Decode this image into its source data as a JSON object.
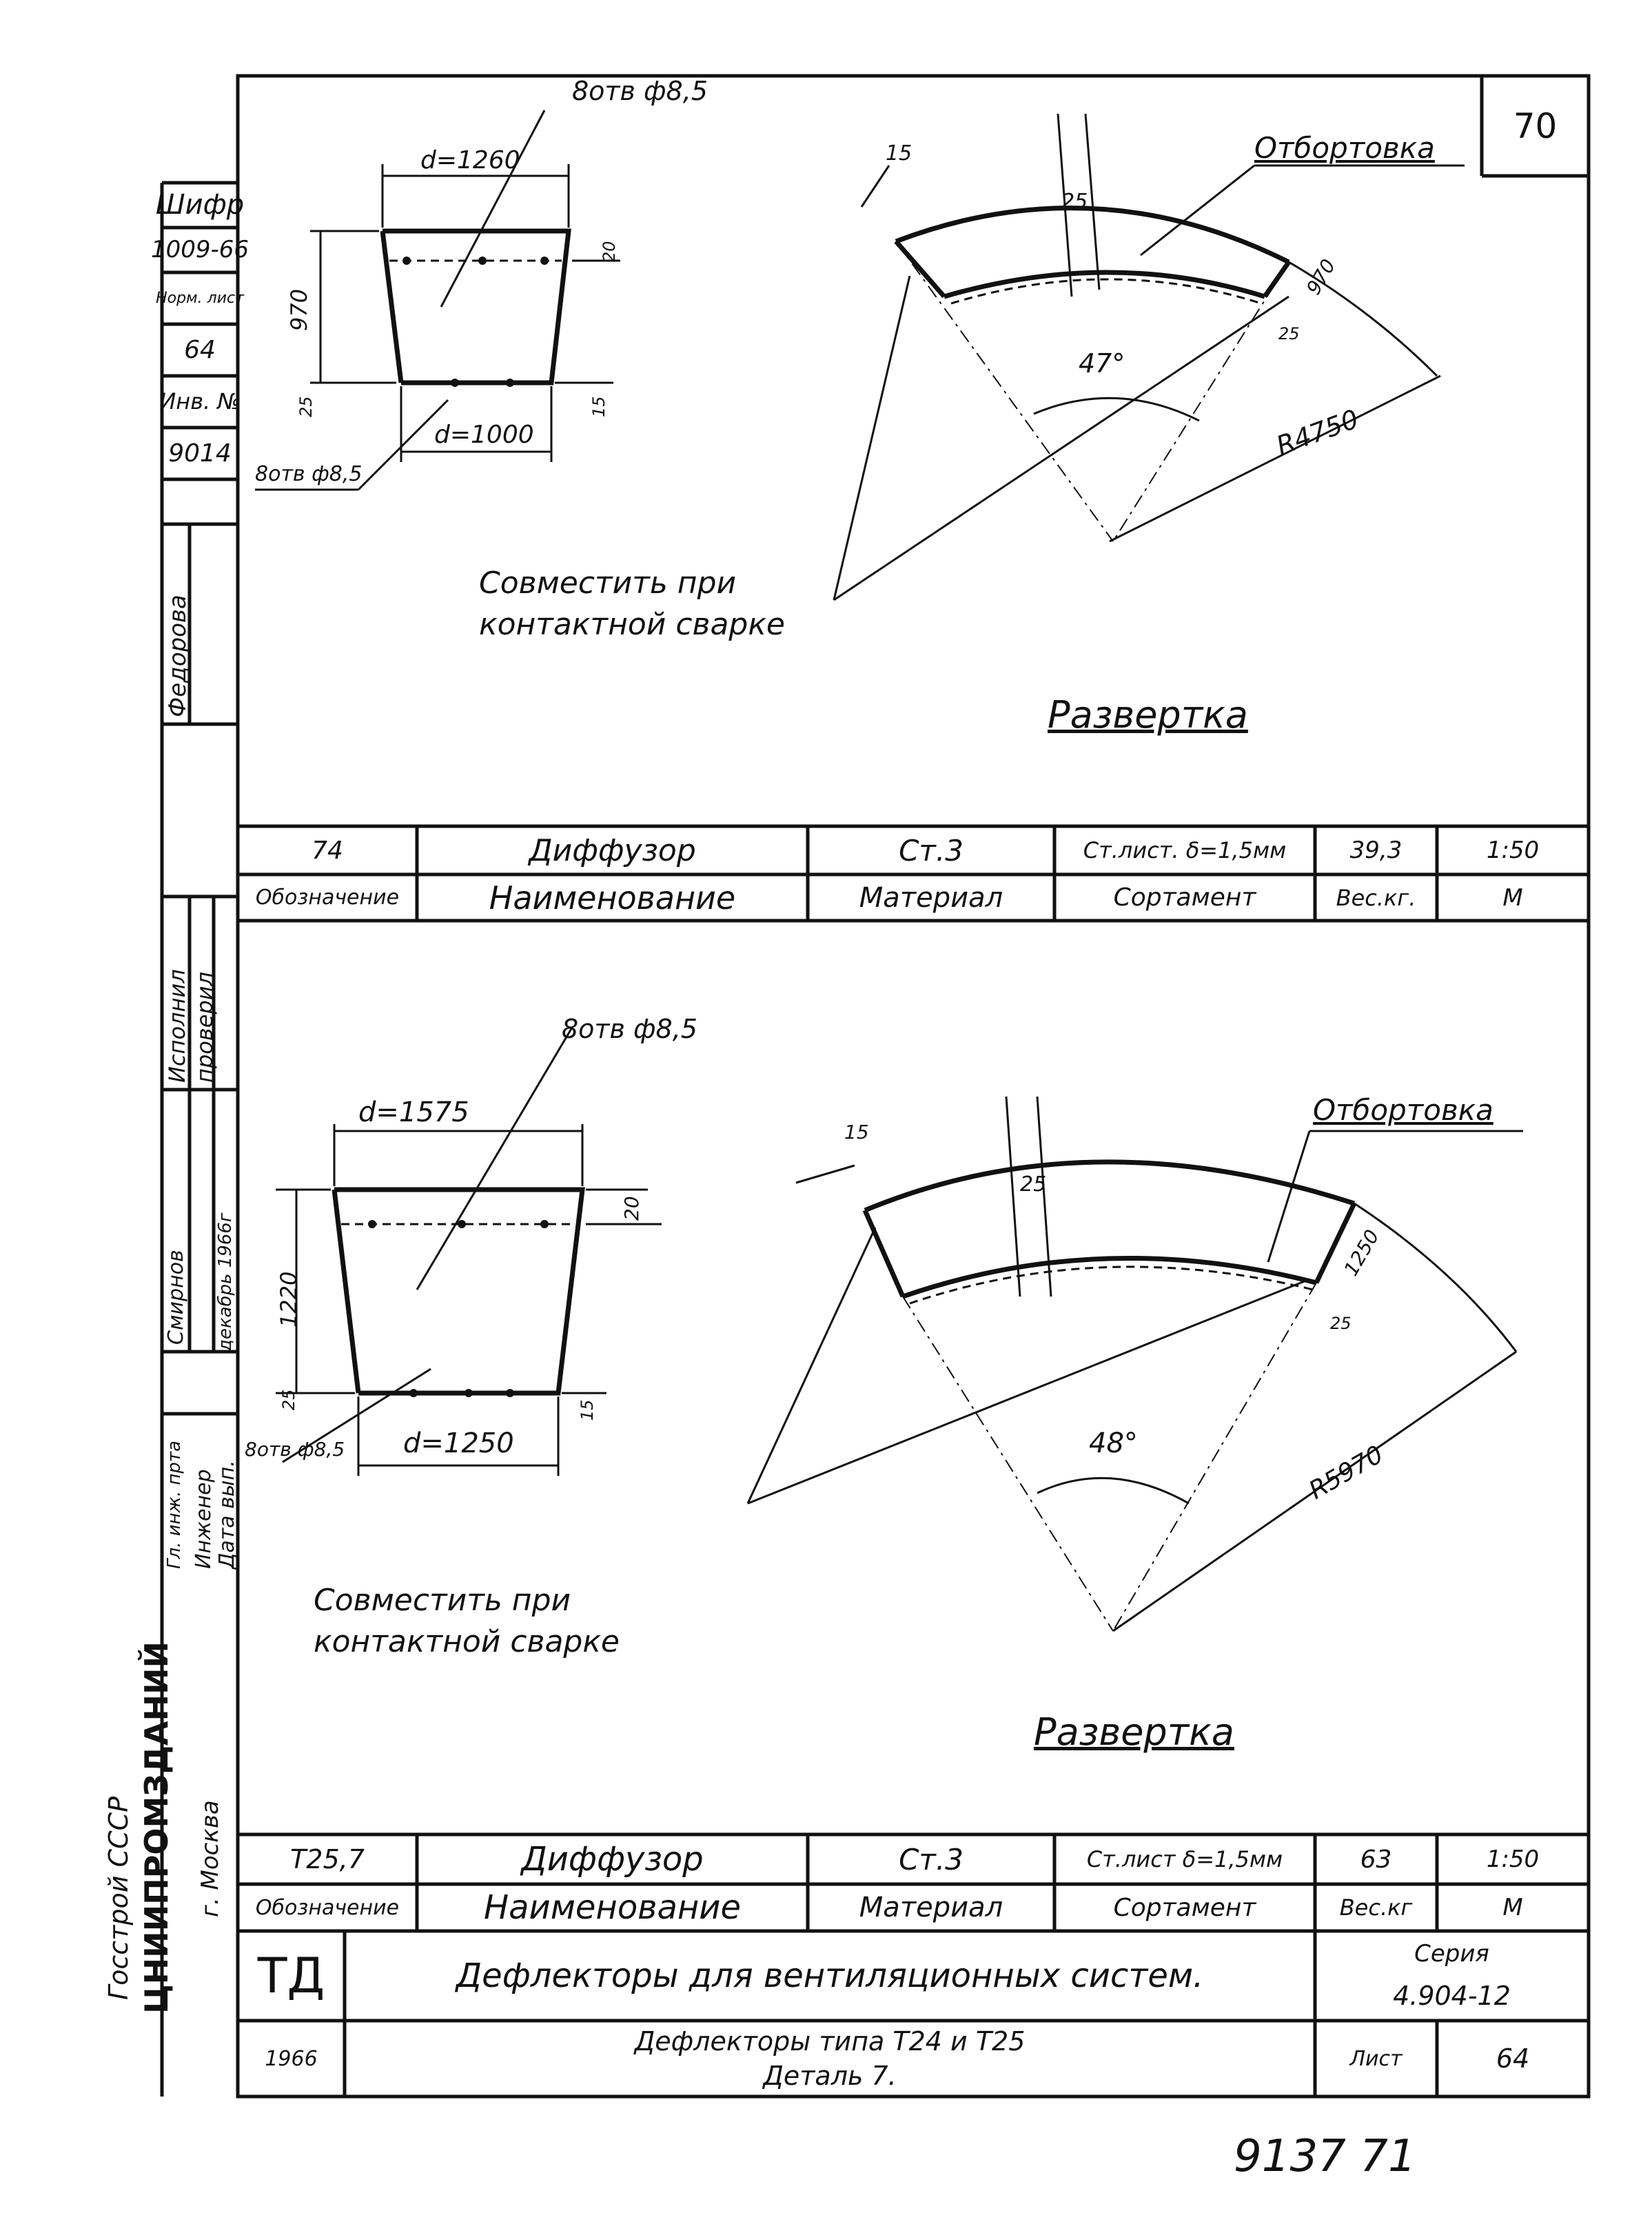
{
  "sheet_number_box": "70",
  "stamp": {
    "shifr_label": "Шифр",
    "shifr_value": "1009-66",
    "nom_list_label": "Норм. лист",
    "nom_list_value": "64",
    "inv_label": "Инв. №",
    "inv_value": "9014",
    "org1": "Госстрой СССР",
    "org2": "ЦНИИПРОМЗДАНИЙ",
    "org3": "г. Москва"
  },
  "signatures": {
    "fedorova": "Федорова",
    "isp": "Исполнил",
    "prov": "проверил",
    "smirnov": "Смирнов",
    "gl_inzh": "Гл. инж. прта",
    "inzhener": "Инженер",
    "data": "Дата вып.",
    "date_value": "декабрь 1966г"
  },
  "top_drawing": {
    "holes_top": "8отв ф8,5",
    "d_top": "d=1260",
    "height": "970",
    "dim_20": "20",
    "dim_25": "25",
    "dim_15": "15",
    "d_bottom": "d=1000",
    "holes_bottom": "8отв ф8,5",
    "flange_label": "Отбортовка",
    "dim_left_15": "15",
    "dim_25_top": "25",
    "angle": "47°",
    "width": "970",
    "dim_25r": "25",
    "radius": "R4750",
    "note_line1": "Совместить при",
    "note_line2": "контактной сварке",
    "development": "Развертка"
  },
  "top_table": {
    "designation": "74",
    "name": "Диффузор",
    "material": "Ст.3",
    "assortment": "Ст.лист. δ=1,5мм",
    "weight": "39,3",
    "scale": "1:50",
    "h_designation": "Обозначение",
    "h_name": "Наименование",
    "h_material": "Материал",
    "h_assortment": "Сортамент",
    "h_weight": "Вес.кг.",
    "h_scale": "М"
  },
  "bottom_drawing": {
    "holes_top": "8отв ф8,5",
    "d_top": "d=1575",
    "height": "1220",
    "dim_20": "20",
    "dim_25": "25",
    "dim_15": "15",
    "d_bottom": "d=1250",
    "holes_bottom": "8отв ф8,5",
    "flange_label": "Отбортовка",
    "dim_left_15": "15",
    "dim_25_top": "25",
    "angle": "48°",
    "width": "1250",
    "dim_25r": "25",
    "radius": "R5970",
    "note_line1": "Совместить при",
    "note_line2": "контактной сварке",
    "development": "Развертка"
  },
  "bottom_table": {
    "designation": "Т25,7",
    "name": "Диффузор",
    "material": "Ст.3",
    "assortment": "Ст.лист δ=1,5мм",
    "weight": "63",
    "scale": "1:50",
    "h_designation": "Обозначение",
    "h_name": "Наименование",
    "h_material": "Материал",
    "h_assortment": "Сортамент",
    "h_weight": "Вес.кг",
    "h_scale": "М"
  },
  "title_block": {
    "td": "ТД",
    "title": "Дефлекторы для вентиляционных систем.",
    "series_label": "Серия",
    "series_value": "4.904-12",
    "year": "1966",
    "subtitle1": "Дефлекторы типа Т24 и Т25",
    "subtitle2": "Деталь 7.",
    "sheet_label": "Лист",
    "sheet_value": "64"
  },
  "footer_number": "9137 71"
}
